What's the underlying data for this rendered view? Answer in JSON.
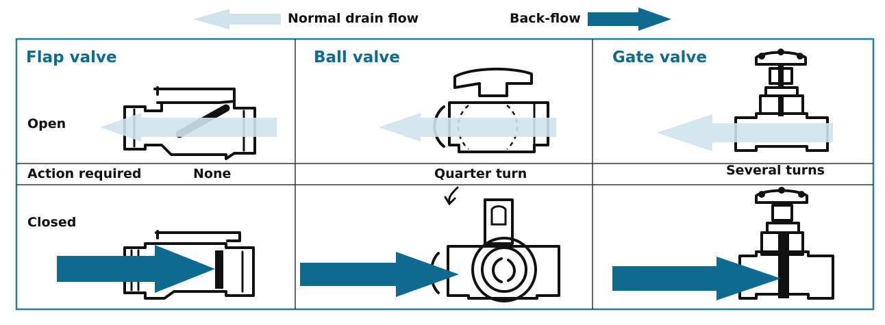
{
  "legend": {
    "normal_drain_flow": "Normal drain flow",
    "back_flow": "Back-flow"
  },
  "row_labels": {
    "open": "Open",
    "action_required": "Action required",
    "closed": "Closed"
  },
  "valves": [
    {
      "title": "Flap valve",
      "action": "None"
    },
    {
      "title": "Ball valve",
      "action": "Quarter turn"
    },
    {
      "title": "Gate valve",
      "action": "Several turns"
    }
  ],
  "colors": {
    "normal_flow_arrow": "#cfe3ec",
    "back_flow_arrow": "#0e6b8f",
    "frame": "#2a7a99",
    "title": "#0e6b8f"
  }
}
